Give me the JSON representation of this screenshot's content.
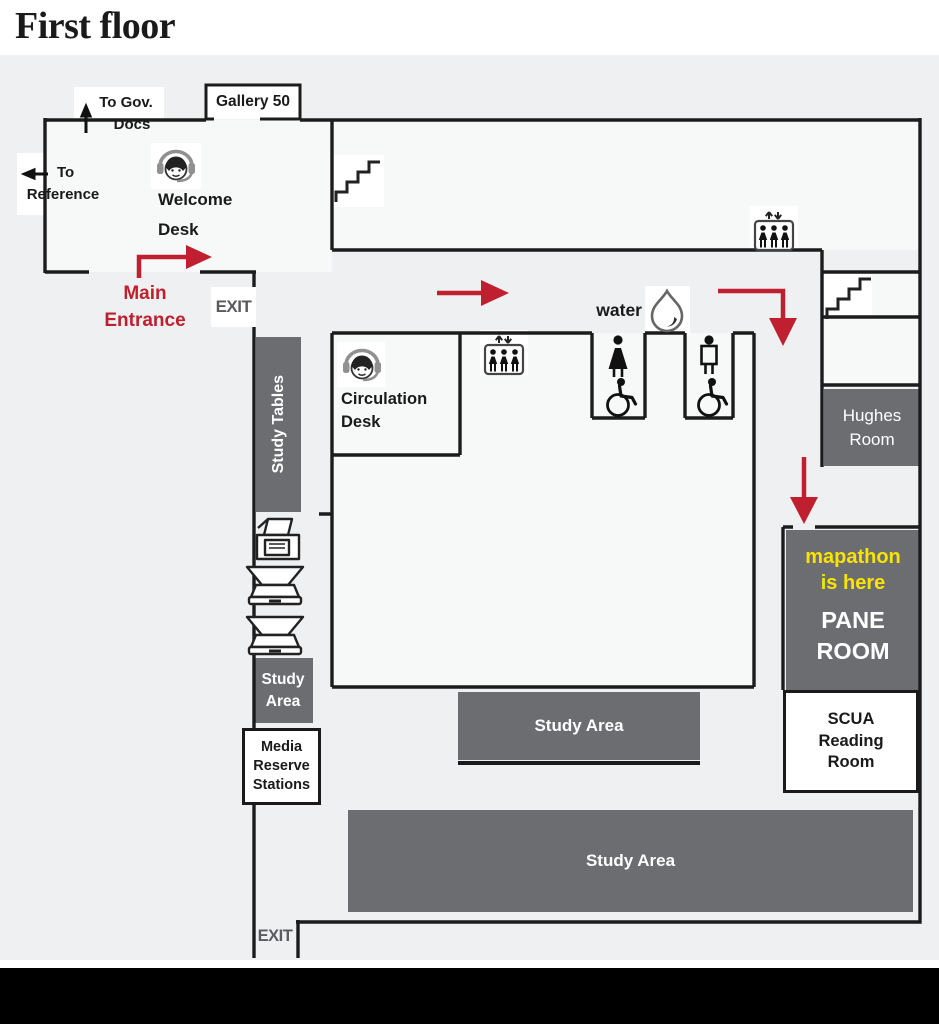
{
  "labels": {
    "title": "First floor",
    "gallery": "Gallery 50",
    "to_gov_docs": [
      "To Gov.",
      "Docs"
    ],
    "to_reference": [
      "To",
      "Reference"
    ],
    "welcome_desk": [
      "Welcome",
      "Desk"
    ],
    "main_entrance": [
      "Main",
      "Entrance"
    ],
    "exit_top": "EXIT",
    "exit_bottom": "EXIT",
    "study_tables": "Study Tables",
    "circulation_desk": [
      "Circulation",
      "Desk"
    ],
    "water": "water",
    "hughes_room": [
      "Hughes",
      "Room"
    ],
    "mapathon": [
      "mapathon",
      "is here"
    ],
    "pane_room": [
      "PANE",
      "ROOM"
    ],
    "scua": [
      "SCUA",
      "Reading",
      "Room"
    ],
    "study_area_small": [
      "Study",
      "Area"
    ],
    "study_area_mid": "Study Area",
    "study_area_bottom": "Study Area",
    "media_reserve": [
      "Media",
      "Reserve",
      "Stations"
    ]
  },
  "colors": {
    "route_red": "#c01f2f",
    "room_gray": "#6b6d70",
    "highlight_yellow": "#f9e400",
    "wall_black": "#1a1a1a",
    "exit_gray": "#5a5b5e",
    "map_background": "#eff0f1"
  },
  "icons": {
    "welcome_desk": "helpdesk-person-icon",
    "circulation_desk": "helpdesk-person-icon",
    "elevator": "elevator-icon",
    "stairs": "stairs-icon",
    "water": "water-drop-icon",
    "womens_restroom": "womens-accessible-restroom-icon",
    "mens_restroom": "mens-accessible-restroom-icon",
    "printer": "printer-icon",
    "scanner": "scanner-icon",
    "route": "red-route-arrow",
    "to_gov_docs": "up-arrow-icon",
    "to_reference": "left-arrow-icon"
  }
}
